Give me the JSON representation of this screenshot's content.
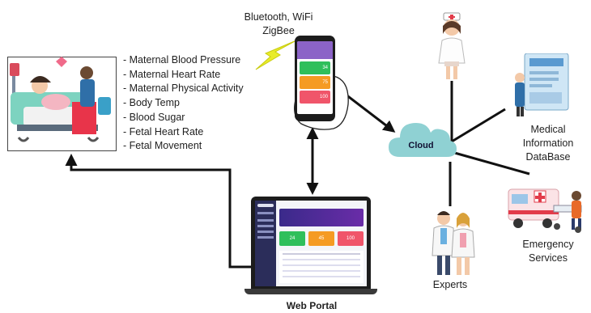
{
  "connectivity": {
    "line1": "Bluetooth, WiFi",
    "line2": "ZigBee"
  },
  "parameters": [
    "- Maternal Blood Pressure",
    "- Maternal Heart Rate",
    "- Maternal Physical Activity",
    "- Body Temp",
    "- Blood Sugar",
    "- Fetal Heart Rate",
    "- Fetal Movement"
  ],
  "cloud": {
    "label": "Cloud"
  },
  "medical_db": {
    "line1": "Medical Information",
    "line2": "DataBase"
  },
  "emergency": {
    "label": "Emergency Services"
  },
  "experts": {
    "label": "Experts"
  },
  "web_portal": {
    "label": "Web Portal"
  },
  "phone_screen": {
    "val1": "34",
    "val2": "75",
    "val3": "100"
  },
  "laptop_screen": {
    "val1": "24",
    "val2": "45",
    "val3": "100"
  },
  "colors": {
    "arrow": "#111111",
    "cloud": "#8fd1d3",
    "lightning": "#e8ec2a",
    "tile_green": "#2fbf5b",
    "tile_orange": "#f59b23",
    "tile_red": "#f0556a",
    "portal_banner": "#6a2ca8"
  }
}
